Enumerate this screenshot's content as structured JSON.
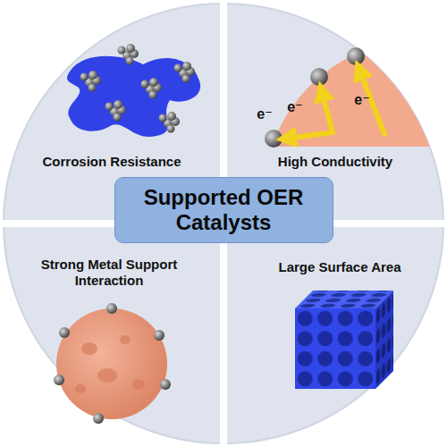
{
  "diagram": {
    "nodes": [
      {
        "text": [
          "Supported OER Catalysts"
        ]
      }
    ],
    "labels": [
      "Corrosion Resistance",
      "High Conductivity",
      "Strong Metal Support Interaction",
      "Large Surface Area",
      "e⁻",
      "e⁻",
      "e⁻"
    ]
  }
}
